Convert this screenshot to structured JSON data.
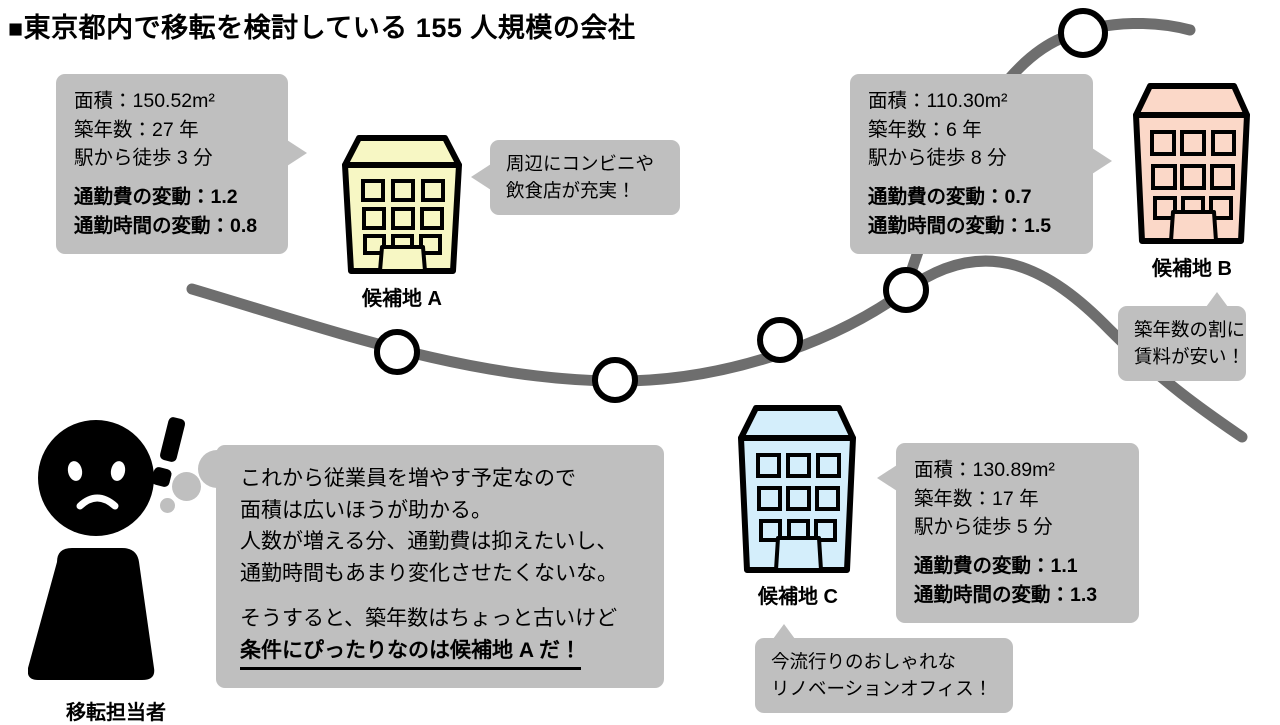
{
  "title": {
    "bullet": "■",
    "text": "東京都内で移転を検討している 155 人規模の会社"
  },
  "colors": {
    "panel_gray": "#bfbfbf",
    "rail_gray": "#6e6e6e",
    "building_a": "#f7f7c4",
    "building_b": "#fbd8c8",
    "building_c": "#d4eefb",
    "ink": "#000000"
  },
  "candidates": [
    {
      "id": "a",
      "caption": "候補地 A",
      "color": "#f7f7c4",
      "info": {
        "area": "面積：150.52m²",
        "age": "築年数：27 年",
        "walk": "駅から徒歩 3 分",
        "fare_change": "通勤費の変動：1.2",
        "time_change": "通勤時間の変動：0.8"
      },
      "note": [
        "周辺にコンビニや",
        "飲食店が充実！"
      ]
    },
    {
      "id": "b",
      "caption": "候補地 B",
      "color": "#fbd8c8",
      "info": {
        "area": "面積：110.30m²",
        "age": "築年数：6 年",
        "walk": "駅から徒歩 8 分",
        "fare_change": "通勤費の変動：0.7",
        "time_change": "通勤時間の変動：1.5"
      },
      "note": [
        "築年数の割に",
        "賃料が安い！"
      ]
    },
    {
      "id": "c",
      "caption": "候補地 C",
      "color": "#d4eefb",
      "info": {
        "area": "面積：130.89m²",
        "age": "築年数：17 年",
        "walk": "駅から徒歩 5 分",
        "fare_change": "通勤費の変動：1.1",
        "time_change": "通勤時間の変動：1.3"
      },
      "note": [
        "今流行りのおしゃれな",
        "リノベーションオフィス！"
      ]
    }
  ],
  "person": {
    "caption": "移転担当者",
    "exclamation": "!"
  },
  "thought": {
    "para1": [
      "これから従業員を増やす予定なので",
      "面積は広いほうが助かる。",
      "人数が増える分、通勤費は抑えたいし、",
      "通勤時間もあまり変化させたくないな。"
    ],
    "para2_lead": "そうすると、築年数はちょっと古いけど",
    "para2_strong": "条件にぴったりなのは候補地 A だ！"
  },
  "chart_data": {
    "type": "table",
    "title": "東京都内で移転を検討している 155 人規模の会社",
    "columns": [
      "候補地",
      "面積(m²)",
      "築年数(年)",
      "駅から徒歩(分)",
      "通勤費の変動",
      "通勤時間の変動"
    ],
    "rows": [
      [
        "候補地 A",
        150.52,
        27,
        3,
        1.2,
        0.8
      ],
      [
        "候補地 B",
        110.3,
        6,
        8,
        0.7,
        1.5
      ],
      [
        "候補地 C",
        130.89,
        17,
        5,
        1.1,
        1.3
      ]
    ],
    "company_size": 155,
    "conclusion": "条件にぴったりなのは候補地 A だ！"
  }
}
